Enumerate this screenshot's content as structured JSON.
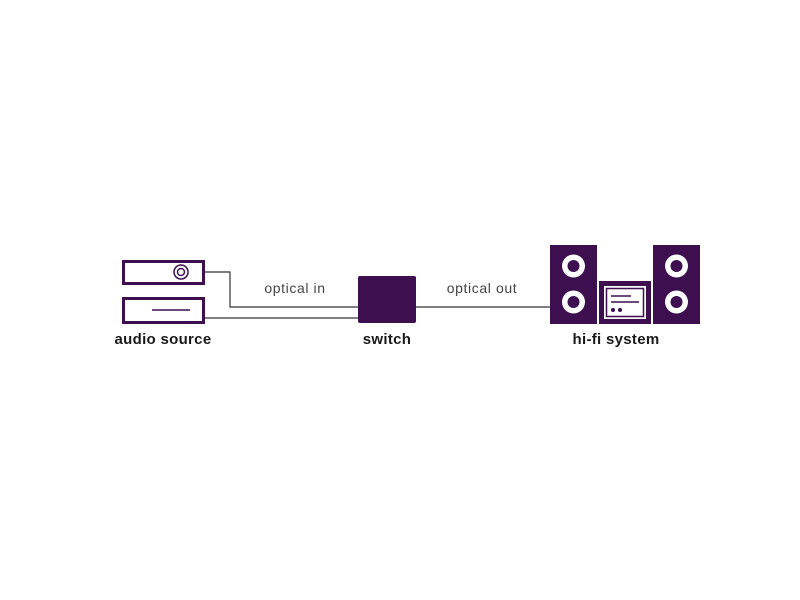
{
  "colors": {
    "accent": "#3d0f4f",
    "line": "#333333",
    "background": "#ffffff"
  },
  "nodes": {
    "source": {
      "label": "audio source",
      "icon": "audio-devices-icon"
    },
    "switch": {
      "label": "switch",
      "icon": "switch-box-icon"
    },
    "hifi": {
      "label": "hi-fi system",
      "icon": "stereo-system-icon"
    }
  },
  "connections": {
    "in": {
      "label": "optical in"
    },
    "out": {
      "label": "optical out"
    }
  }
}
